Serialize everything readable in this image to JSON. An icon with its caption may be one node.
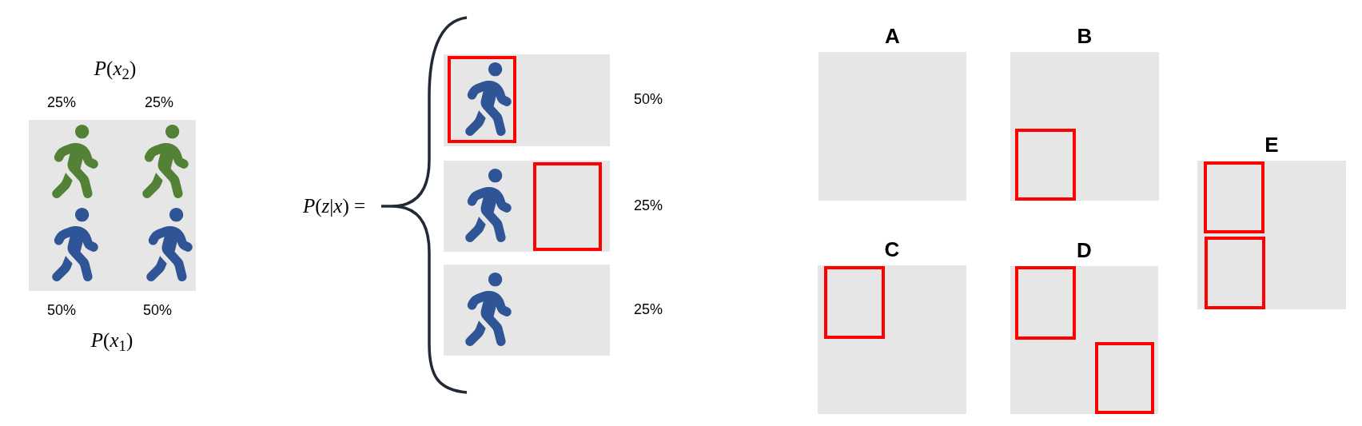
{
  "diagram": {
    "nodes": [
      {
        "text": [],
        "shape": "box"
      },
      {
        "text": [],
        "shape": "box",
        "beside": [
          "50%"
        ]
      },
      {
        "text": [],
        "shape": "box",
        "in": 1
      },
      {
        "text": [],
        "shape": "box",
        "beside": [
          "25%"
        ]
      },
      {
        "text": [],
        "shape": "box",
        "in": 3
      },
      {
        "text": [],
        "shape": "box",
        "beside": [
          "25%"
        ]
      },
      {
        "text": [
          "A"
        ]
      },
      {
        "text": [
          "B"
        ]
      },
      {
        "text": [],
        "shape": "box",
        "in": 7
      },
      {
        "text": [
          "C"
        ]
      },
      {
        "text": [],
        "shape": "box",
        "in": 9
      },
      {
        "text": [
          "D"
        ]
      },
      {
        "text": [],
        "shape": "box",
        "in": 11
      },
      {
        "text": [],
        "shape": "box",
        "in": 11
      },
      {
        "text": [
          "E"
        ]
      },
      {
        "text": [],
        "shape": "box",
        "in": 14
      },
      {
        "text": [],
        "shape": "box",
        "in": 14
      }
    ],
    "labels": [
      "*P*(*x*$_{2}$)",
      "25%",
      "25%",
      "50%",
      "50%",
      "*P*(*x*$_{1}$)",
      "*P*(*z*|*x*) ="
    ]
  }
}
